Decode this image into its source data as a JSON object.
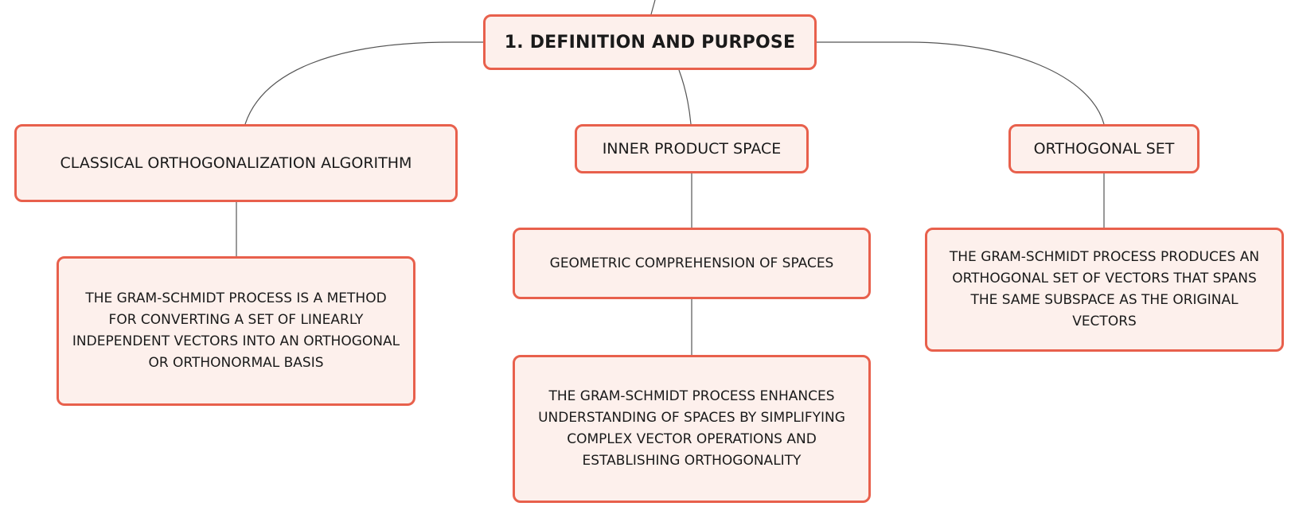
{
  "diagram": {
    "root": {
      "label": "1. DEFINITION AND PURPOSE"
    },
    "branches": {
      "classical": {
        "label": "CLASSICAL ORTHOGONALIZATION ALGORITHM",
        "detail": "THE GRAM-SCHMIDT PROCESS IS A METHOD FOR CONVERTING A SET OF LINEARLY INDEPENDENT VECTORS INTO AN ORTHOGONAL OR ORTHONORMAL BASIS"
      },
      "inner_product": {
        "label": "INNER PRODUCT SPACE",
        "child": "GEOMETRIC COMPREHENSION OF SPACES",
        "detail": "THE GRAM-SCHMIDT PROCESS ENHANCES UNDERSTANDING OF SPACES BY SIMPLIFYING COMPLEX VECTOR OPERATIONS AND ESTABLISHING ORTHOGONALITY"
      },
      "orthogonal_set": {
        "label": "ORTHOGONAL SET",
        "detail": "THE GRAM-SCHMIDT PROCESS PRODUCES AN ORTHOGONAL SET OF VECTORS THAT SPANS THE SAME SUBSPACE AS THE ORIGINAL VECTORS"
      }
    }
  },
  "colors": {
    "node_fill": "#fdf0ec",
    "node_border": "#e8604c",
    "connector": "#555555",
    "text": "#1a1a1a"
  }
}
